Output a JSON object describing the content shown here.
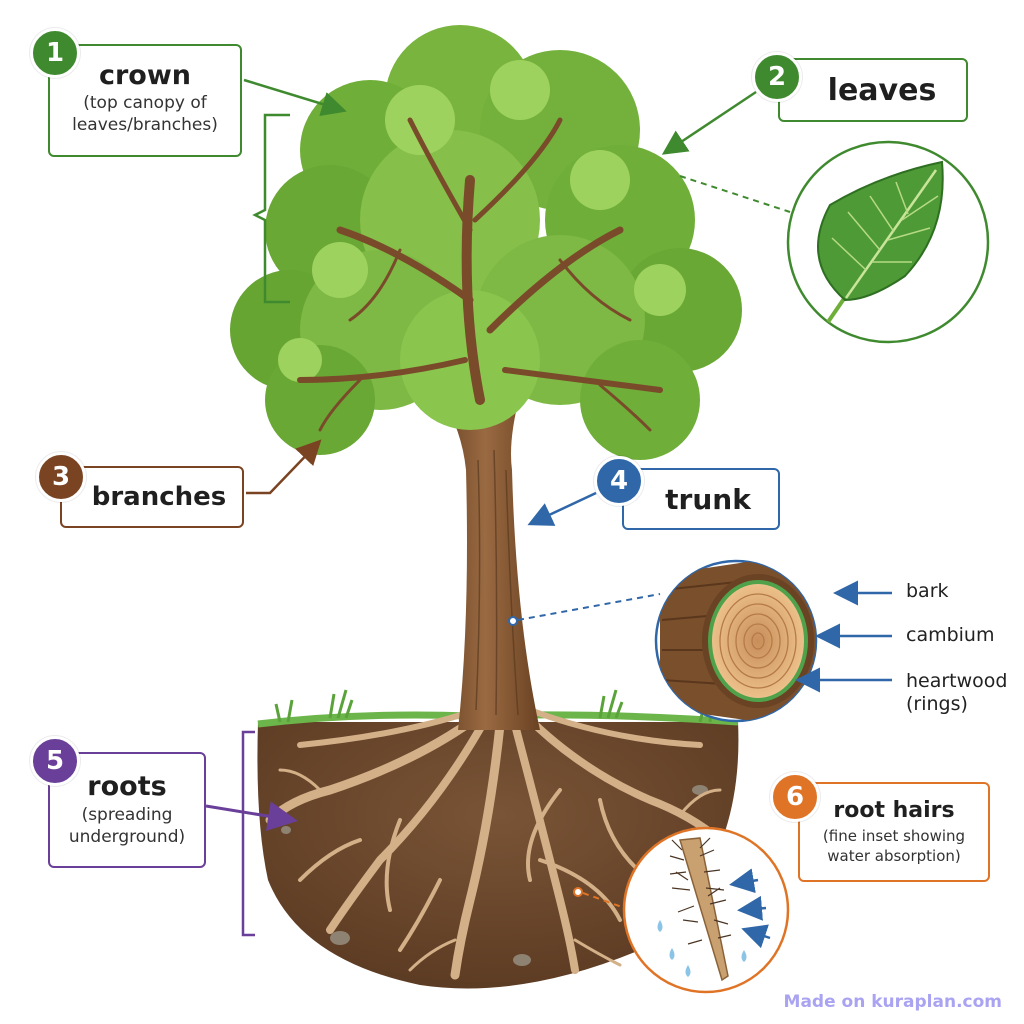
{
  "labels": {
    "crown": {
      "number": "1",
      "title": "crown",
      "sub1": "(top canopy of",
      "sub2": "leaves/branches)",
      "color": "#3f8a2f"
    },
    "leaves": {
      "number": "2",
      "title": "leaves",
      "color": "#3f8a2f"
    },
    "branches": {
      "number": "3",
      "title": "branches",
      "color": "#7a4422"
    },
    "trunk": {
      "number": "4",
      "title": "trunk",
      "color": "#2f67a8"
    },
    "roots": {
      "number": "5",
      "title": "roots",
      "sub1": "(spreading",
      "sub2": "underground)",
      "color": "#6a3f99"
    },
    "root_hairs": {
      "number": "6",
      "title": "root hairs",
      "sub1": "(fine inset showing",
      "sub2": "water absorption)",
      "color": "#e07426"
    }
  },
  "trunk_inset": {
    "bark": "bark",
    "cambium": "cambium",
    "heartwood1": "heartwood",
    "heartwood2": "(rings)"
  },
  "credit": "Made on kuraplan.com"
}
